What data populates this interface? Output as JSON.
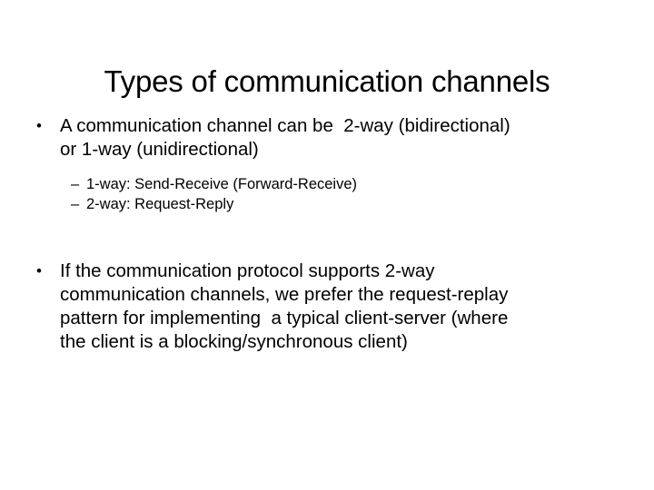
{
  "slide": {
    "title": "Types of communication channels",
    "background_color": "#ffffff",
    "text_color": "#000000",
    "bullets": [
      {
        "marker": "•",
        "level": 1,
        "lines": [
          "A communication channel can be  2-way (bidirectional)",
          "or 1-way (unidirectional)"
        ],
        "sub_bullets": [
          {
            "marker": "–",
            "level": 2,
            "text": "1-way: Send-Receive (Forward-Receive)"
          },
          {
            "marker": "–",
            "level": 2,
            "text": "2-way: Request-Reply"
          }
        ]
      },
      {
        "marker": "•",
        "level": 1,
        "lines": [
          "If the communication protocol supports 2-way",
          "communication channels, we prefer the request-replay",
          "pattern for implementing  a typical client-server (where",
          "the client is a blocking/synchronous client)"
        ],
        "sub_bullets": []
      }
    ]
  }
}
